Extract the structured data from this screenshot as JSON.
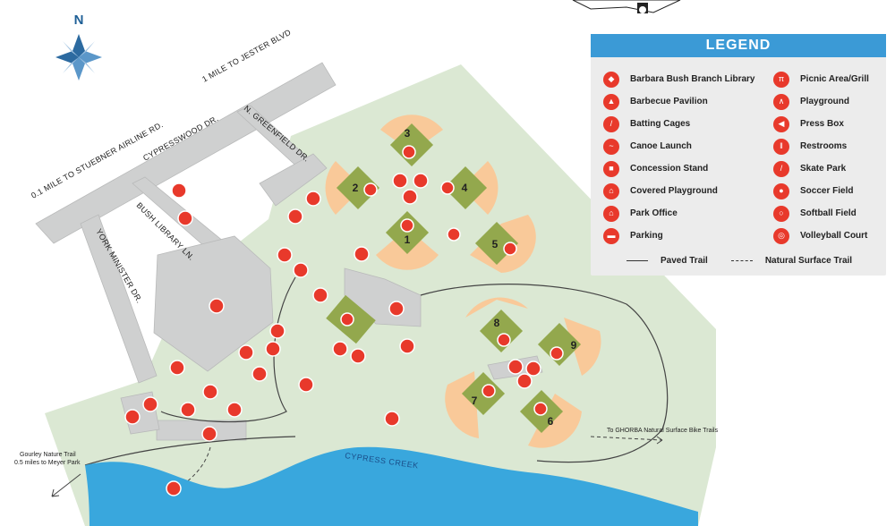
{
  "north": {
    "label": "N"
  },
  "roads": {
    "jester": "1 MILE TO JESTER BLVD",
    "stuebner": "0.1 MILE TO STUEBNER AIRLINE RD.",
    "cypresswood": "CYPRESSWOOD DR.",
    "greenfield": "N. GREENFIELD DR.",
    "bush_library": "BUSH LIBRARY LN.",
    "york_minister": "YORK MINISTER DR."
  },
  "creek": {
    "label": "CYPRESS CREEK"
  },
  "annotations": {
    "ghorba": "To GHORBA Natural Surface Bike Trails",
    "gourley_line1": "Gourley Nature Trail",
    "gourley_line2": "0.5 miles to Meyer Park"
  },
  "fields": [
    {
      "number": "1"
    },
    {
      "number": "2"
    },
    {
      "number": "3"
    },
    {
      "number": "4"
    },
    {
      "number": "5"
    },
    {
      "number": "6"
    },
    {
      "number": "7"
    },
    {
      "number": "8"
    },
    {
      "number": "9"
    }
  ],
  "legend": {
    "title": "LEGEND",
    "items_left": [
      {
        "icon": "library-icon",
        "label": "Barbara Bush Branch Library"
      },
      {
        "icon": "barbecue-icon",
        "label": "Barbecue Pavilion"
      },
      {
        "icon": "batting-cages-icon",
        "label": "Batting Cages"
      },
      {
        "icon": "canoe-icon",
        "label": "Canoe Launch"
      },
      {
        "icon": "concession-icon",
        "label": "Concession Stand"
      },
      {
        "icon": "covered-playground-icon",
        "label": "Covered Playground"
      },
      {
        "icon": "park-office-icon",
        "label": "Park Office"
      },
      {
        "icon": "parking-icon",
        "label": "Parking"
      }
    ],
    "items_right": [
      {
        "icon": "picnic-icon",
        "label": "Picnic Area/Grill"
      },
      {
        "icon": "playground-icon",
        "label": "Playground"
      },
      {
        "icon": "press-box-icon",
        "label": "Press Box"
      },
      {
        "icon": "restrooms-icon",
        "label": "Restrooms"
      },
      {
        "icon": "skate-park-icon",
        "label": "Skate Park"
      },
      {
        "icon": "soccer-field-icon",
        "label": "Soccer Field"
      },
      {
        "icon": "softball-field-icon",
        "label": "Softball Field"
      },
      {
        "icon": "volleyball-icon",
        "label": "Volleyball Court"
      }
    ],
    "paved_trail": "Paved Trail",
    "natural_trail": "Natural Surface Trail"
  },
  "colors": {
    "park_green": "#dbe8d3",
    "field_orange": "#f9c999",
    "infield_green": "#93a84d",
    "icon_red": "#e8392b",
    "creek_blue": "#39a7dd",
    "road_gray": "#cfd0d0",
    "legend_header": "#3b9ad6"
  }
}
